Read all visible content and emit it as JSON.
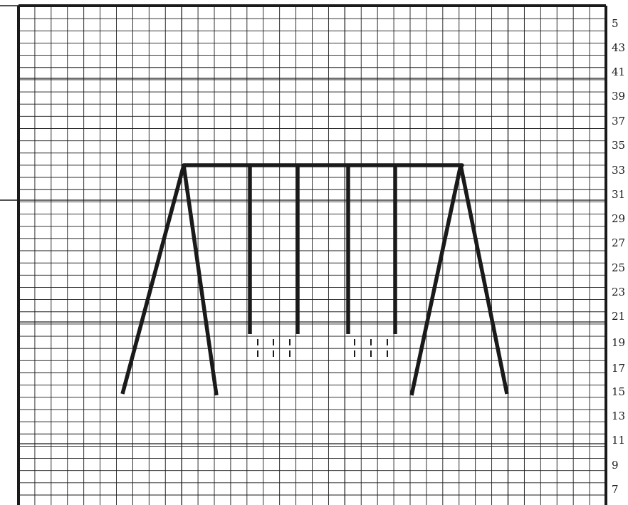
{
  "row_labels": [
    {
      "row": 4,
      "text": "5"
    },
    {
      "row": 43,
      "text": "43"
    },
    {
      "row": 41,
      "text": "41"
    },
    {
      "row": 39,
      "text": "39"
    },
    {
      "row": 37,
      "text": "37"
    },
    {
      "row": 35,
      "text": "35"
    },
    {
      "row": 33,
      "text": "33"
    },
    {
      "row": 31,
      "text": "31"
    },
    {
      "row": 29,
      "text": "29"
    },
    {
      "row": 27,
      "text": "27"
    },
    {
      "row": 25,
      "text": "25"
    },
    {
      "row": 23,
      "text": "23"
    },
    {
      "row": 21,
      "text": "21"
    },
    {
      "row": 19,
      "text": "19"
    },
    {
      "row": 17,
      "text": "17"
    },
    {
      "row": 15,
      "text": "15"
    },
    {
      "row": 13,
      "text": "13"
    },
    {
      "row": 11,
      "text": "11"
    },
    {
      "row": 9,
      "text": "9"
    },
    {
      "row": 7,
      "text": "7"
    }
  ],
  "colors": {
    "line": "#1a1a1a",
    "background": "#ffffff"
  }
}
